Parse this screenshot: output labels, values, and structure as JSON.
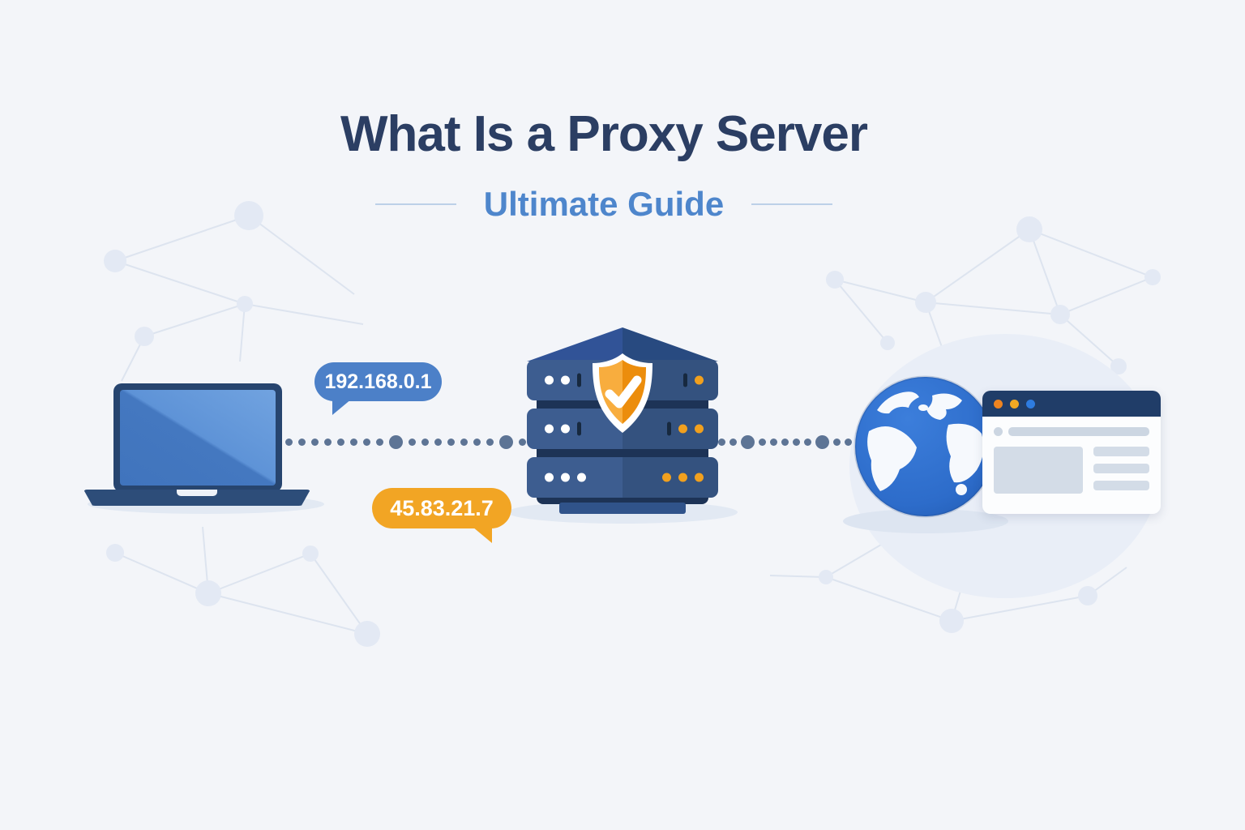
{
  "header": {
    "title": "What Is a Proxy Server",
    "subtitle": "Ultimate Guide"
  },
  "labels": {
    "client_ip": "192.168.0.1",
    "public_ip": "45.83.21.7"
  },
  "colors": {
    "background": "#f3f5f9",
    "title_text": "#2b3e63",
    "subtitle_text": "#4e86cc",
    "client_bubble": "#4c80c8",
    "public_bubble": "#f2a524",
    "laptop_body": "#27456f",
    "server_body": "#3d5d90",
    "shield_orange": "#f09c1d",
    "dotted_line": "#5d7495",
    "globe_blue": "#2d6cca",
    "browser_header": "#203d68"
  },
  "connections": {
    "laptop_to_server": [
      "s",
      "s",
      "s",
      "s",
      "s",
      "s",
      "s",
      "s",
      "L",
      "s",
      "s",
      "s",
      "s",
      "s",
      "s",
      "s",
      "L",
      "s"
    ],
    "server_to_web": [
      "s",
      "s",
      "L",
      "s",
      "s",
      "s",
      "s",
      "s",
      "L",
      "s",
      "s"
    ]
  },
  "server_lights": {
    "units": [
      {
        "left": [
          "white",
          "white",
          "slot"
        ],
        "right": [
          "slot",
          "orange"
        ]
      },
      {
        "left": [
          "white",
          "white",
          "slot"
        ],
        "right": [
          "slot",
          "orange",
          "orange"
        ]
      },
      {
        "left": [
          "white",
          "white",
          "white"
        ],
        "right": [
          "orange",
          "orange",
          "orange"
        ]
      }
    ]
  },
  "browser": {
    "traffic_lights": [
      "#ee8420",
      "#f0a823",
      "#2e7ce0"
    ]
  }
}
